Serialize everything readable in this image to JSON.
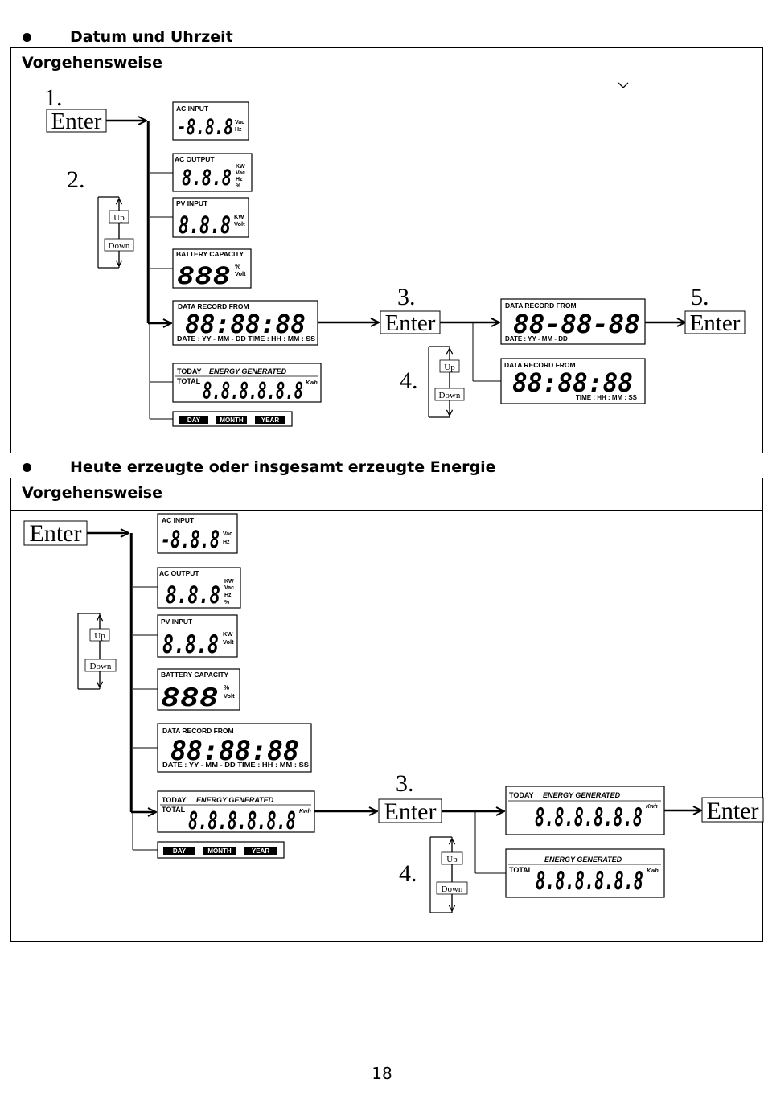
{
  "section1": {
    "heading": "Datum und Uhrzeit",
    "box_title": "Vorgehensweise",
    "steps": {
      "s1": "1.",
      "s2": "2.",
      "s3": "3.",
      "s4": "4.",
      "s5": "5."
    },
    "enter_label": "Enter",
    "up_label": "Up",
    "down_label": "Down"
  },
  "section2": {
    "heading": "Heute erzeugte oder insgesamt erzeugte Energie",
    "box_title": "Vorgehensweise",
    "steps": {
      "s3": "3.",
      "s4": "4."
    },
    "enter_label": "Enter",
    "up_label": "Up",
    "down_label": "Down"
  },
  "lcd": {
    "ac_input": {
      "label": "AC INPUT",
      "digits": "-8.8.8",
      "units": [
        "Vac",
        "Hz"
      ]
    },
    "ac_output": {
      "label": "AC OUTPUT",
      "digits": "8.8.8",
      "units": [
        "KW",
        "Vac",
        "Hz",
        "%"
      ]
    },
    "pv_input": {
      "label": "PV INPUT",
      "digits": "8.8.8",
      "units": [
        "KW",
        "Volt"
      ]
    },
    "battery": {
      "label": "BATTERY CAPACITY",
      "digits": "888",
      "units": [
        "%",
        "Volt"
      ]
    },
    "data_record": {
      "label": "DATA RECORD FROM",
      "digits": "88:88:88",
      "footer": "DATE : YY - MM - DD  TIME : HH : MM : SS"
    },
    "data_record_date": {
      "label": "DATA RECORD FROM",
      "digits": "88-88-88",
      "footer": "DATE : YY - MM - DD"
    },
    "data_record_time": {
      "label": "DATA RECORD FROM",
      "digits": "88:88:88",
      "footer": "TIME : HH : MM : SS"
    },
    "energy": {
      "today": "TODAY",
      "title": "ENERGY GENERATED",
      "total": "TOTAL",
      "digits": "8.8.8.8.8.8",
      "unit": "Kwh"
    },
    "period": {
      "day": "DAY",
      "month": "MONTH",
      "year": "YEAR"
    }
  },
  "page_number": "18"
}
